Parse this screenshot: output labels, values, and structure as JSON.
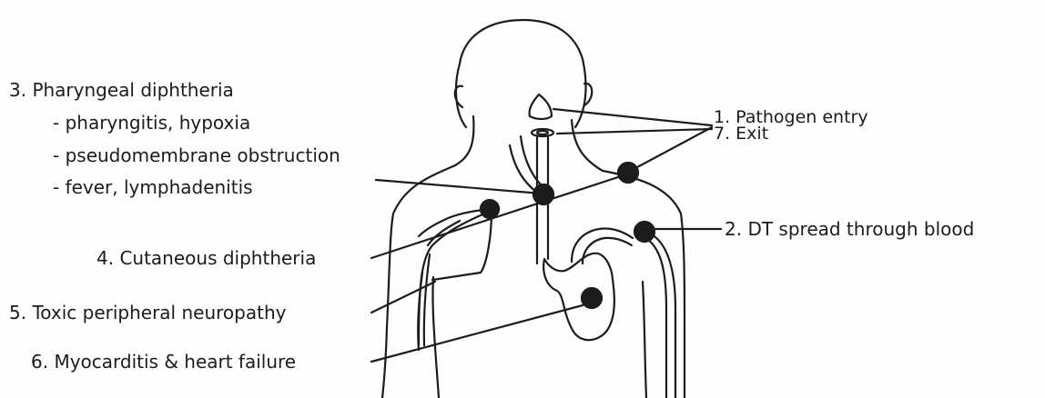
{
  "labels": {
    "pharyngeal": {
      "heading": "3. Pharyngeal diphtheria",
      "items": [
        "- pharyngitis, hypoxia",
        "- pseudomembrane obstruction",
        "- fever, lymphadenitis"
      ]
    },
    "cutaneous": "4. Cutaneous diphtheria",
    "neuropathy": "5. Toxic peripheral neuropathy",
    "myocarditis": "6. Myocarditis & heart failure",
    "entry": "1. Pathogen entry",
    "exit": "7. Exit",
    "blood": "2. DT spread through blood"
  },
  "colors": {
    "ink": "#1c1c1c",
    "background": "#fefefe"
  }
}
